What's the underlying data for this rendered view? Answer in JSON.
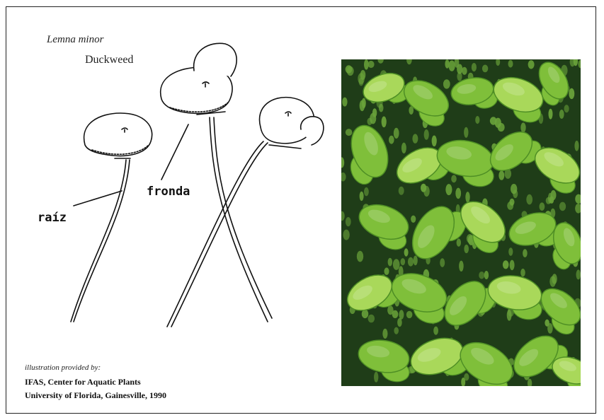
{
  "figure": {
    "species_name": "Lemna minor",
    "common_name": "Duckweed",
    "labels": {
      "frond": "fronda",
      "root": "raíz"
    },
    "credit": {
      "line1": "illustration provided by:",
      "line2": "IFAS, Center for Aquatic Plants",
      "line3": "University of Florida, Gainesville, 1990"
    }
  },
  "colors": {
    "line": "#111111",
    "photo_background": "#1f3d18",
    "leaf_light": "#a9d85a",
    "leaf_mid": "#7fbf3a",
    "leaf_dark": "#4f8f25",
    "wolffia": "#6aa33a"
  }
}
